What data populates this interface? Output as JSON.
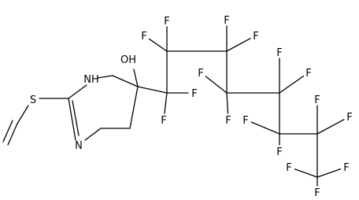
{
  "molecule": {
    "atom_labels": {
      "hydroxyl": "OH",
      "ring_nh": "NH",
      "ring_n": "N",
      "thioether": "S",
      "fluorine": "F"
    },
    "fluorine_count": 17
  }
}
